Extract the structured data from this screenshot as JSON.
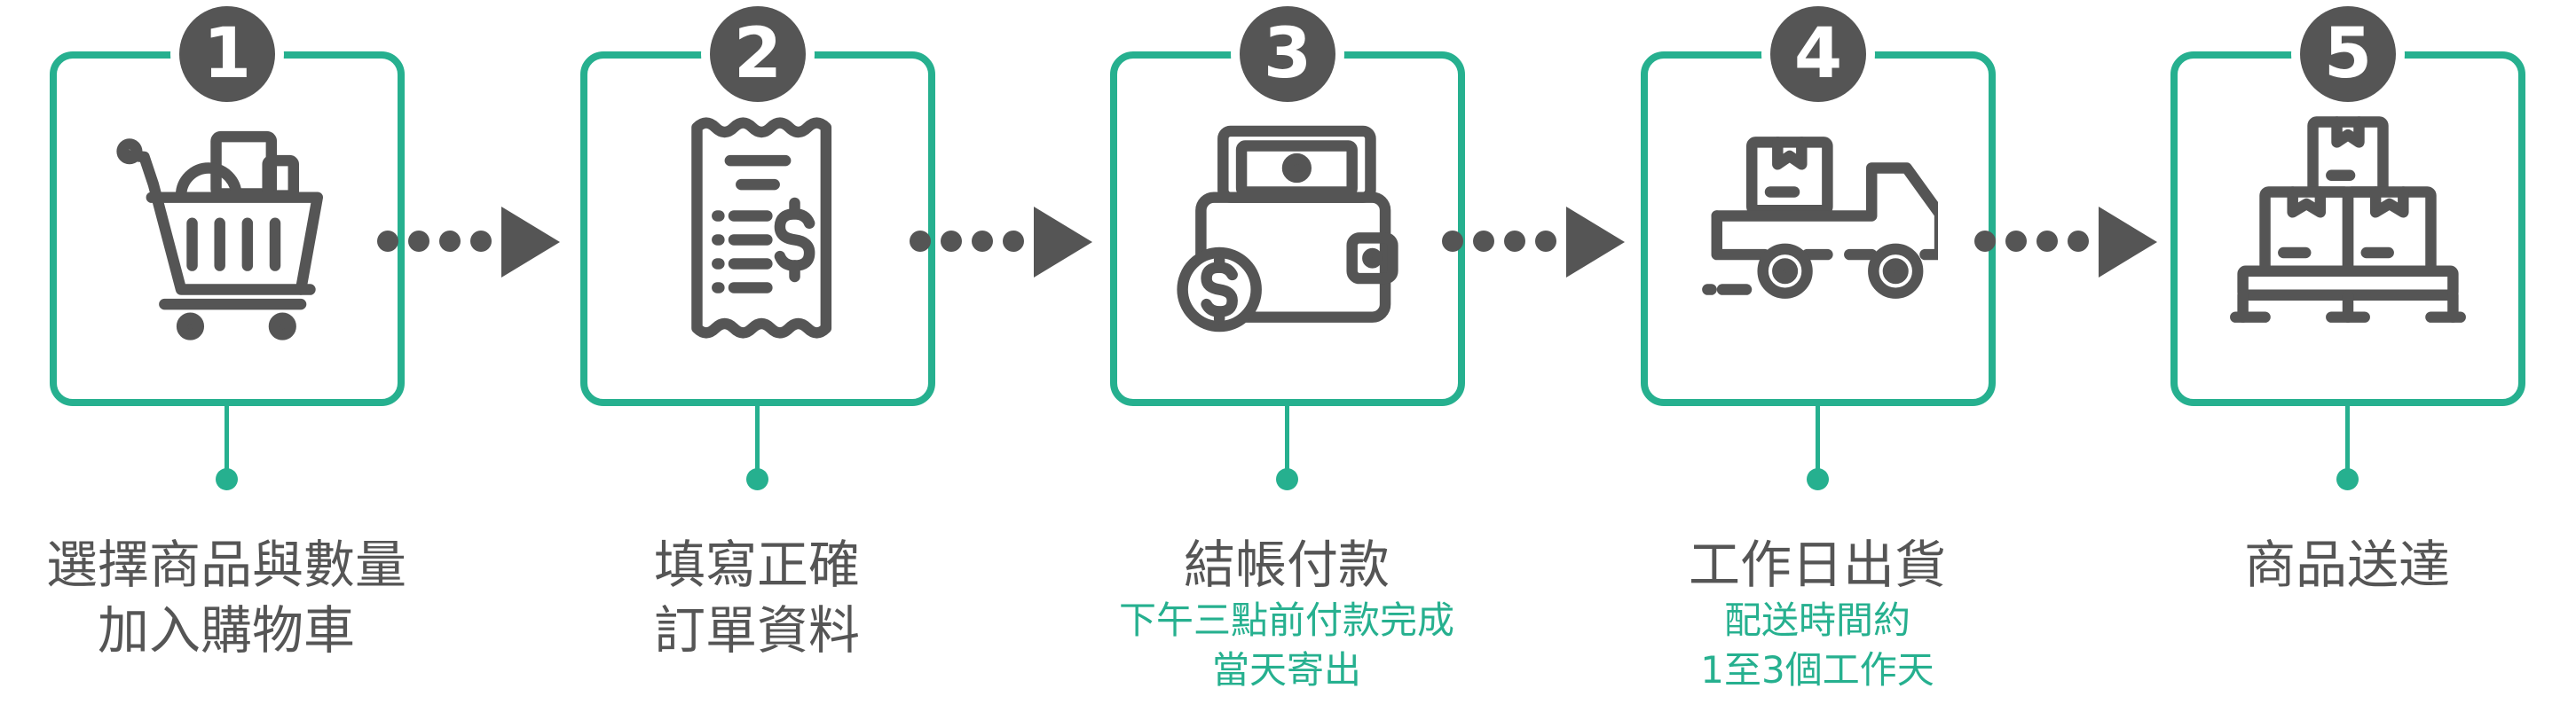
{
  "steps": [
    {
      "number": "1",
      "icon": "shopping-cart-icon",
      "label_lines": [
        "選擇商品與數量",
        "加入購物車"
      ],
      "sub_lines": []
    },
    {
      "number": "2",
      "icon": "receipt-icon",
      "label_lines": [
        "填寫正確",
        "訂單資料"
      ],
      "sub_lines": []
    },
    {
      "number": "3",
      "icon": "wallet-icon",
      "label_lines": [
        "結帳付款"
      ],
      "sub_lines": [
        "下午三點前付款完成",
        "當天寄出"
      ]
    },
    {
      "number": "4",
      "icon": "delivery-truck-icon",
      "label_lines": [
        "工作日出貨"
      ],
      "sub_lines": [
        "配送時間約",
        "1至3個工作天"
      ]
    },
    {
      "number": "5",
      "icon": "boxes-pallet-icon",
      "label_lines": [
        "商品送達"
      ],
      "sub_lines": []
    }
  ],
  "colors": {
    "accent": "#26b08f",
    "icon": "#555555",
    "text": "#555555",
    "background": "#ffffff"
  }
}
